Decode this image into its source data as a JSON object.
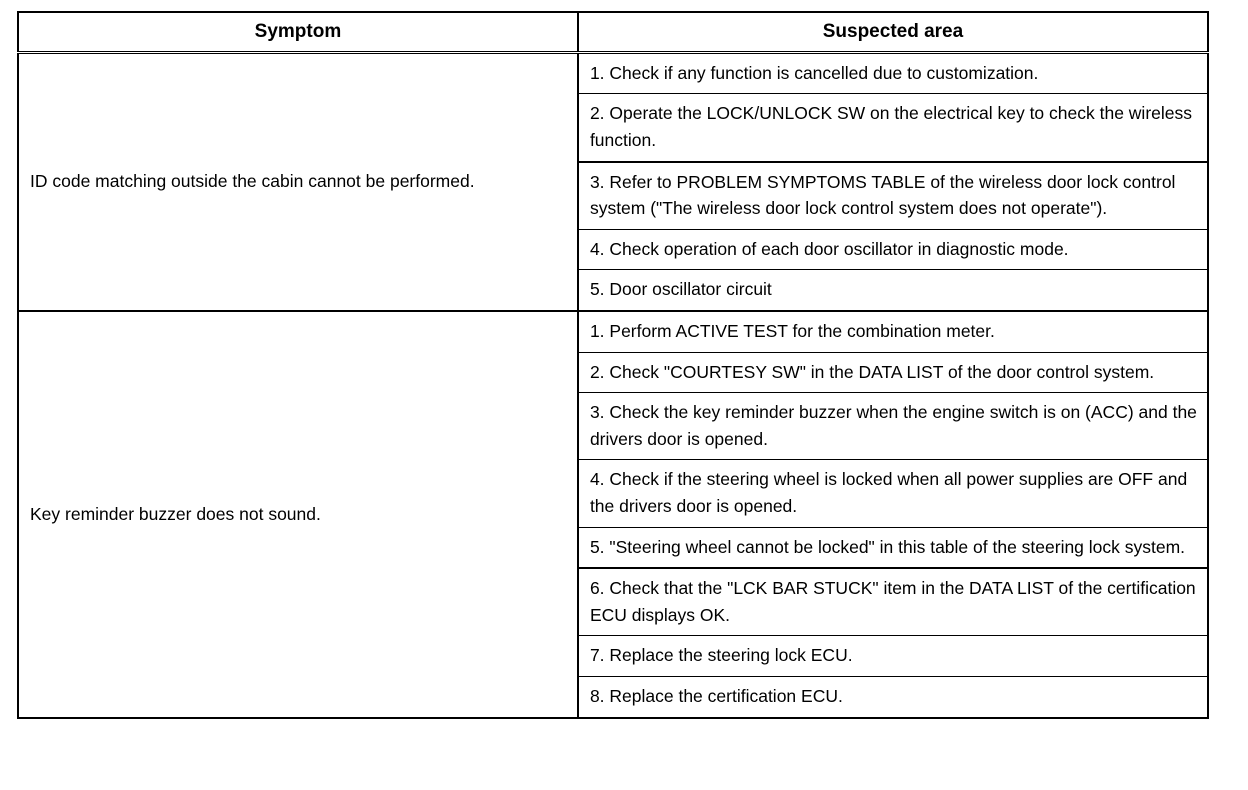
{
  "table": {
    "headers": {
      "symptom": "Symptom",
      "suspected_area": "Suspected area"
    },
    "groups": [
      {
        "symptom": "ID code matching outside the cabin cannot be performed.",
        "items": [
          {
            "text": "1. Check if any function is cancelled due to customization.",
            "heavy_top": false
          },
          {
            "text": "2. Operate the LOCK/UNLOCK SW on the electrical key to check the wireless function.",
            "heavy_top": false
          },
          {
            "text": "3. Refer to PROBLEM SYMPTOMS TABLE of the wireless door lock control system (\"The wireless door lock control system does not operate\").",
            "heavy_top": true
          },
          {
            "text": "4. Check operation of each door oscillator in diagnostic mode.",
            "heavy_top": false
          },
          {
            "text": "5. Door oscillator circuit",
            "heavy_top": false
          }
        ]
      },
      {
        "symptom": "Key reminder buzzer does not sound.",
        "items": [
          {
            "text": "1. Perform ACTIVE TEST for the combination meter.",
            "heavy_top": false
          },
          {
            "text": "2. Check \"COURTESY SW\" in the DATA LIST of the door control system.",
            "heavy_top": false
          },
          {
            "text": "3. Check the key reminder buzzer when the engine switch is on (ACC) and the drivers door is opened.",
            "heavy_top": false
          },
          {
            "text": "4. Check if the steering wheel is locked when all power supplies are OFF and the drivers door is opened.",
            "heavy_top": false
          },
          {
            "text": "5. \"Steering wheel cannot be locked\" in this table of the steering lock system.",
            "heavy_top": false
          },
          {
            "text": "6. Check that the \"LCK BAR STUCK\" item in the DATA LIST of the certification ECU displays OK.",
            "heavy_top": true
          },
          {
            "text": "7. Replace the steering lock ECU.",
            "heavy_top": false
          },
          {
            "text": "8. Replace the certification ECU.",
            "heavy_top": false
          }
        ]
      }
    ]
  },
  "colors": {
    "ink": "#000000",
    "paper": "#ffffff"
  }
}
